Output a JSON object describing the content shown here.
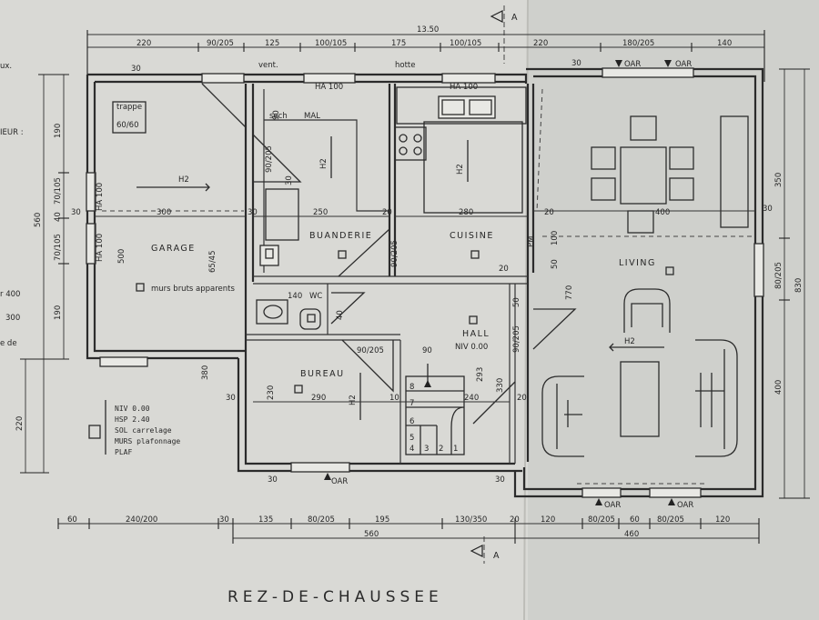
{
  "title": "REZ-DE-CHAUSSEE",
  "section_marker": "A",
  "rooms": {
    "garage": "GARAGE",
    "buanderie": "BUANDERIE",
    "cuisine": "CUISINE",
    "living": "LIVING",
    "wc": "WC",
    "hall": "HALL",
    "bureau": "BUREAU"
  },
  "notes": {
    "garage_walls": "murs bruts apparents",
    "trappe": "trappe",
    "trappe_size": "60/60",
    "hall_level": "NIV 0.00",
    "vent": "vent.",
    "hotte": "hotte",
    "sech": "sech",
    "mal": "MAL",
    "pm": "PM",
    "h2": "H2",
    "oar": "OAR"
  },
  "legend": {
    "line1": "NIV 0.00",
    "line2": "HSP 2.40",
    "line3": "SOL carrelage",
    "line4": "MURS plafonnage",
    "line5": "PLAF"
  },
  "margin_notes": {
    "m1": "ux.",
    "m2": "IEUR :",
    "m3": "r 400",
    "m4": "300",
    "m5": "e de"
  },
  "dimensions": {
    "top_total": "13.50",
    "top": [
      "220",
      "90/205",
      "125",
      "100/105",
      "175",
      "100/105",
      "220",
      "180/205",
      "140"
    ],
    "bottom": [
      "60",
      "240/200",
      "30",
      "135",
      "80/205",
      "195",
      "130/350",
      "20",
      "120",
      "80/205",
      "60",
      "80/205",
      "120"
    ],
    "bottom_total_left": "560",
    "bottom_total_right": "460",
    "left": [
      "190",
      "70/105",
      "40",
      "70/105",
      "190",
      "560",
      "220"
    ],
    "right": [
      "350",
      "80/205",
      "400",
      "830"
    ],
    "interior": {
      "garage_w": "300",
      "garage_h": "500",
      "garage_door": "65/45",
      "buanderie_w": "250",
      "cuisine_w": "280",
      "living_w": "400",
      "hall_w": "240",
      "hall_h": "293",
      "hall_h2": "330",
      "bureau_w": "290",
      "bureau_h": "230",
      "bureau_h2": "380",
      "door_bureau": "90/205",
      "door_hall": "90",
      "wc_w": "140",
      "wall_30": "30",
      "wall_20": "20",
      "wall_10": "10",
      "wall_50": "50",
      "cuisine_door": "90/205",
      "buand_door": "90/205",
      "living_side": "770",
      "living_100": "100",
      "ha100_a": "HA 100",
      "ha100_b": "HA 100",
      "ha100_c": "HA 100",
      "ha100_d": "HA 100",
      "n90": "90",
      "hall_door": "90/205",
      "wall_40": "40"
    }
  },
  "stair_steps": [
    "1",
    "2",
    "3",
    "4",
    "5",
    "6",
    "7",
    "8"
  ]
}
